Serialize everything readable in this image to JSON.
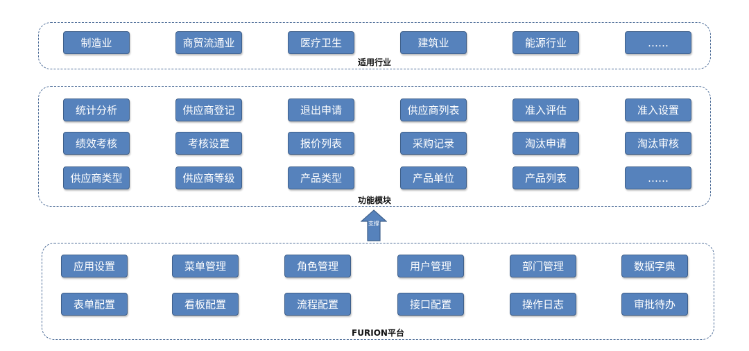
{
  "industries": {
    "title": "适用行业",
    "items": [
      "制造业",
      "商贸流通业",
      "医疗卫生",
      "建筑业",
      "能源行业",
      "……"
    ]
  },
  "modules": {
    "title": "功能模块",
    "items": [
      "统计分析",
      "供应商登记",
      "退出申请",
      "供应商列表",
      "准入评估",
      "准入设置",
      "绩效考核",
      "考核设置",
      "报价列表",
      "采购记录",
      "淘汰申请",
      "淘汰审核",
      "供应商类型",
      "供应商等级",
      "产品类型",
      "产品单位",
      "产品列表",
      "……"
    ]
  },
  "support_arrow": {
    "label": "支撑"
  },
  "platform": {
    "title": "FURION平台",
    "items": [
      "应用设置",
      "菜单管理",
      "角色管理",
      "用户管理",
      "部门管理",
      "数据字典",
      "表单配置",
      "看板配置",
      "流程配置",
      "接口配置",
      "操作日志",
      "审批待办"
    ]
  },
  "colors": {
    "box_fill": "#5682bc",
    "box_border": "#3e5f8a",
    "group_border": "#4a6a96"
  }
}
